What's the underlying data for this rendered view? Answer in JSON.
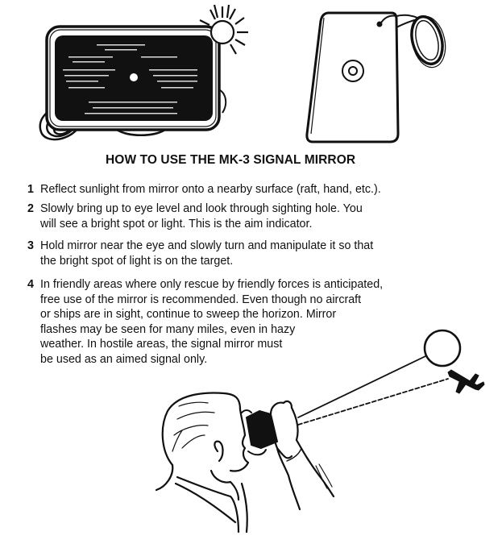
{
  "document": {
    "title": "HOW TO USE THE MK-3 SIGNAL MIRROR",
    "steps": [
      {
        "number": "1",
        "lines": [
          "Reflect sunlight from mirror onto a nearby surface (raft, hand, etc.)."
        ]
      },
      {
        "number": "2",
        "lines": [
          "Slowly bring up to eye level and look through sighting hole. You",
          "will see a bright spot or light. This is the aim indicator."
        ]
      },
      {
        "number": "3",
        "lines": [
          "Hold mirror near the eye and slowly turn and manipulate it so that",
          "the bright spot of light is on the target."
        ]
      },
      {
        "number": "4",
        "lines": [
          "In friendly areas where only rescue by friendly forces is anticipated,",
          "free use of the mirror is recommended. Even though no aircraft",
          "or ships are in sight, continue to sweep the horizon. Mirror",
          "flashes may be seen for many miles, even in hazy",
          "weather. In hostile areas, the signal mirror must",
          "be used as an aimed signal only."
        ]
      }
    ]
  },
  "illustrations": {
    "mirror_front": "signal-mirror-front-with-sun",
    "mirror_back": "signal-mirror-back-with-lanyard",
    "usage_scene": "person-aiming-mirror-at-aircraft"
  },
  "colors": {
    "ink": "#111111",
    "paper": "#ffffff"
  }
}
